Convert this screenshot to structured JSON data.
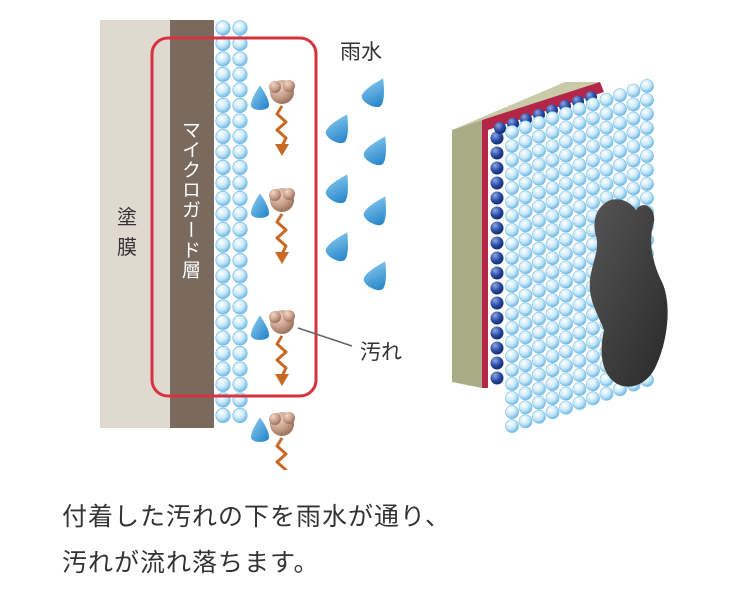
{
  "labels": {
    "paint_film": "塗膜",
    "micro_guard": "マイクロガード層",
    "rain_water": "雨水",
    "dirt": "汚れ"
  },
  "caption": {
    "line1": "付着した汚れの下を雨水が通り、",
    "line2": "汚れが流れ落ちます。"
  },
  "colors": {
    "paint": "#e0d9cf",
    "guard_layer": "#7a6a5e",
    "frame": "#d8313f",
    "droplet": "#3a9ad8",
    "bead": "#bfe3f6",
    "dirt": "#c9a08a",
    "arrow": "#c86a26",
    "panel_front": "#9aa07a",
    "panel_red": "#b42648",
    "dark_bead": "#1f3f90",
    "stain": "#3d3d3d"
  }
}
